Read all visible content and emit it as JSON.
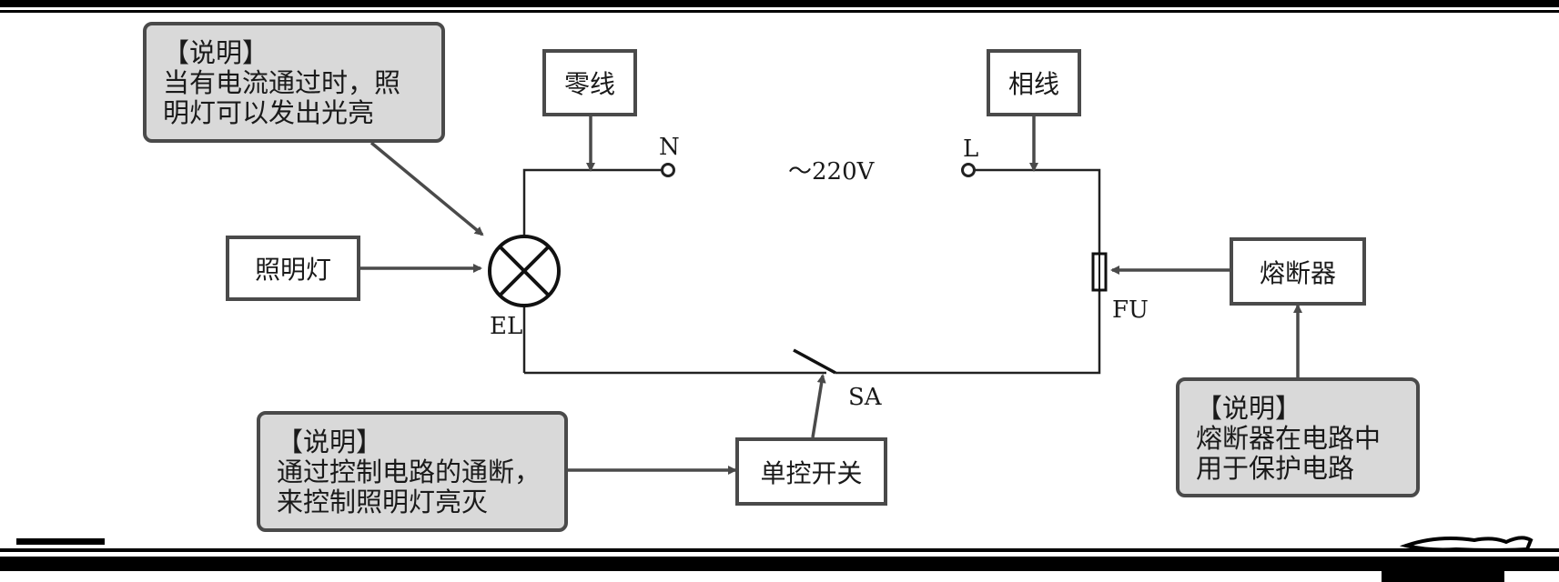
{
  "labels": {
    "neutral_box": "零线",
    "phase_box": "相线",
    "lamp_box": "照明灯",
    "fuse_box": "熔断器",
    "switch_box": "单控开关",
    "terminal_n": "N",
    "terminal_l": "L",
    "voltage": "～220V",
    "lamp_symbol": "EL",
    "fuse_symbol": "FU",
    "switch_symbol": "SA"
  },
  "notes": {
    "lamp": {
      "heading": "【说明】",
      "lines": [
        "当有电流通过时，照",
        "明灯可以发出光亮"
      ]
    },
    "switch": {
      "heading": "【说明】",
      "lines": [
        "通过控制电路的通断，",
        "来控制照明灯亮灭"
      ]
    },
    "fuse": {
      "heading": "【说明】",
      "lines": [
        "熔断器在电路中",
        "用于保护电路"
      ]
    }
  },
  "colors": {
    "line": "#4a4a4a",
    "note_fill": "#d9d9d9",
    "band": "#000000"
  }
}
